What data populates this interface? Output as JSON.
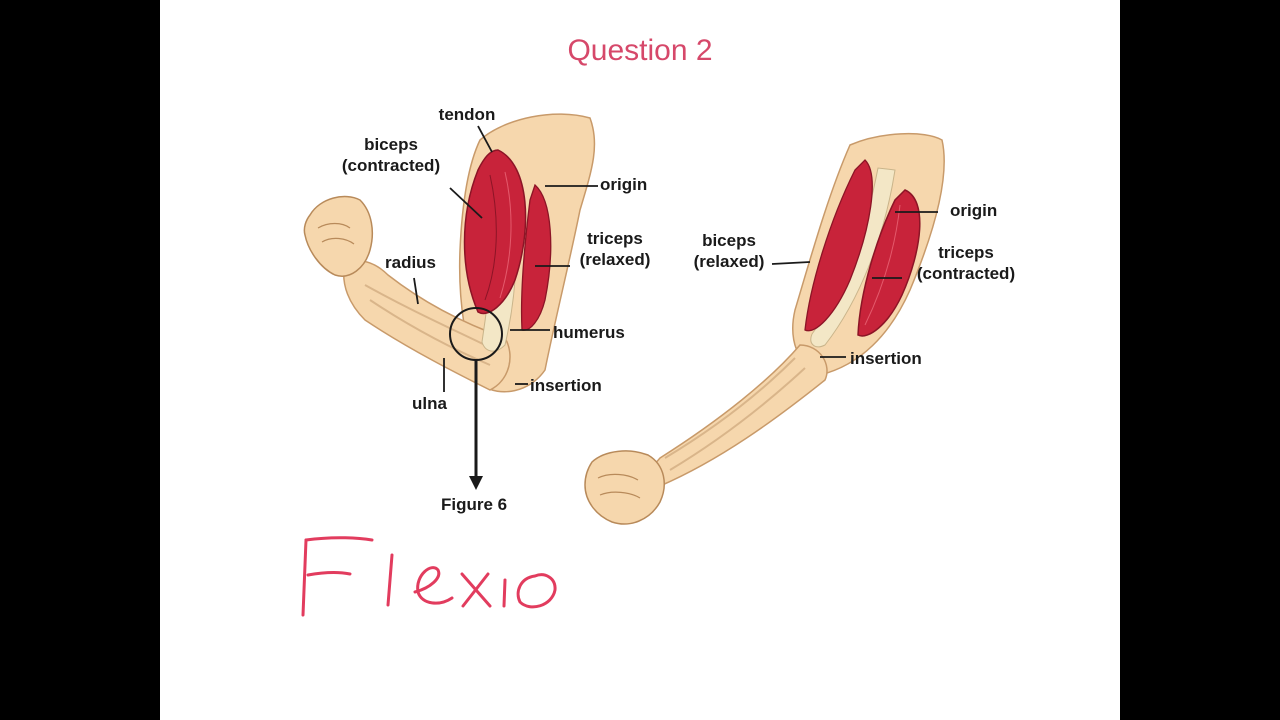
{
  "slide": {
    "title": "Question 2",
    "background": "#ffffff",
    "title_color": "#d6486a",
    "ink_color": "#e23c5e"
  },
  "left_arm": {
    "tendon": "tendon",
    "biceps_line1": "biceps",
    "biceps_line2": "(contracted)",
    "origin": "origin",
    "triceps_line1": "triceps",
    "triceps_line2": "(relaxed)",
    "radius": "radius",
    "humerus": "humerus",
    "insertion": "insertion",
    "ulna": "ulna",
    "figure": "Figure 6"
  },
  "right_arm": {
    "origin": "origin",
    "biceps_line1": "biceps",
    "biceps_line2": "(relaxed)",
    "triceps_line1": "triceps",
    "triceps_line2": "(contracted)",
    "insertion": "insertion"
  },
  "handwriting": {
    "text": "Flexio"
  },
  "colors": {
    "skin": "#f6d7ad",
    "skin_shadow": "#e6b886",
    "muscle": "#c8233a",
    "muscle_dark": "#8c1426",
    "bone": "#f3e7c6"
  }
}
